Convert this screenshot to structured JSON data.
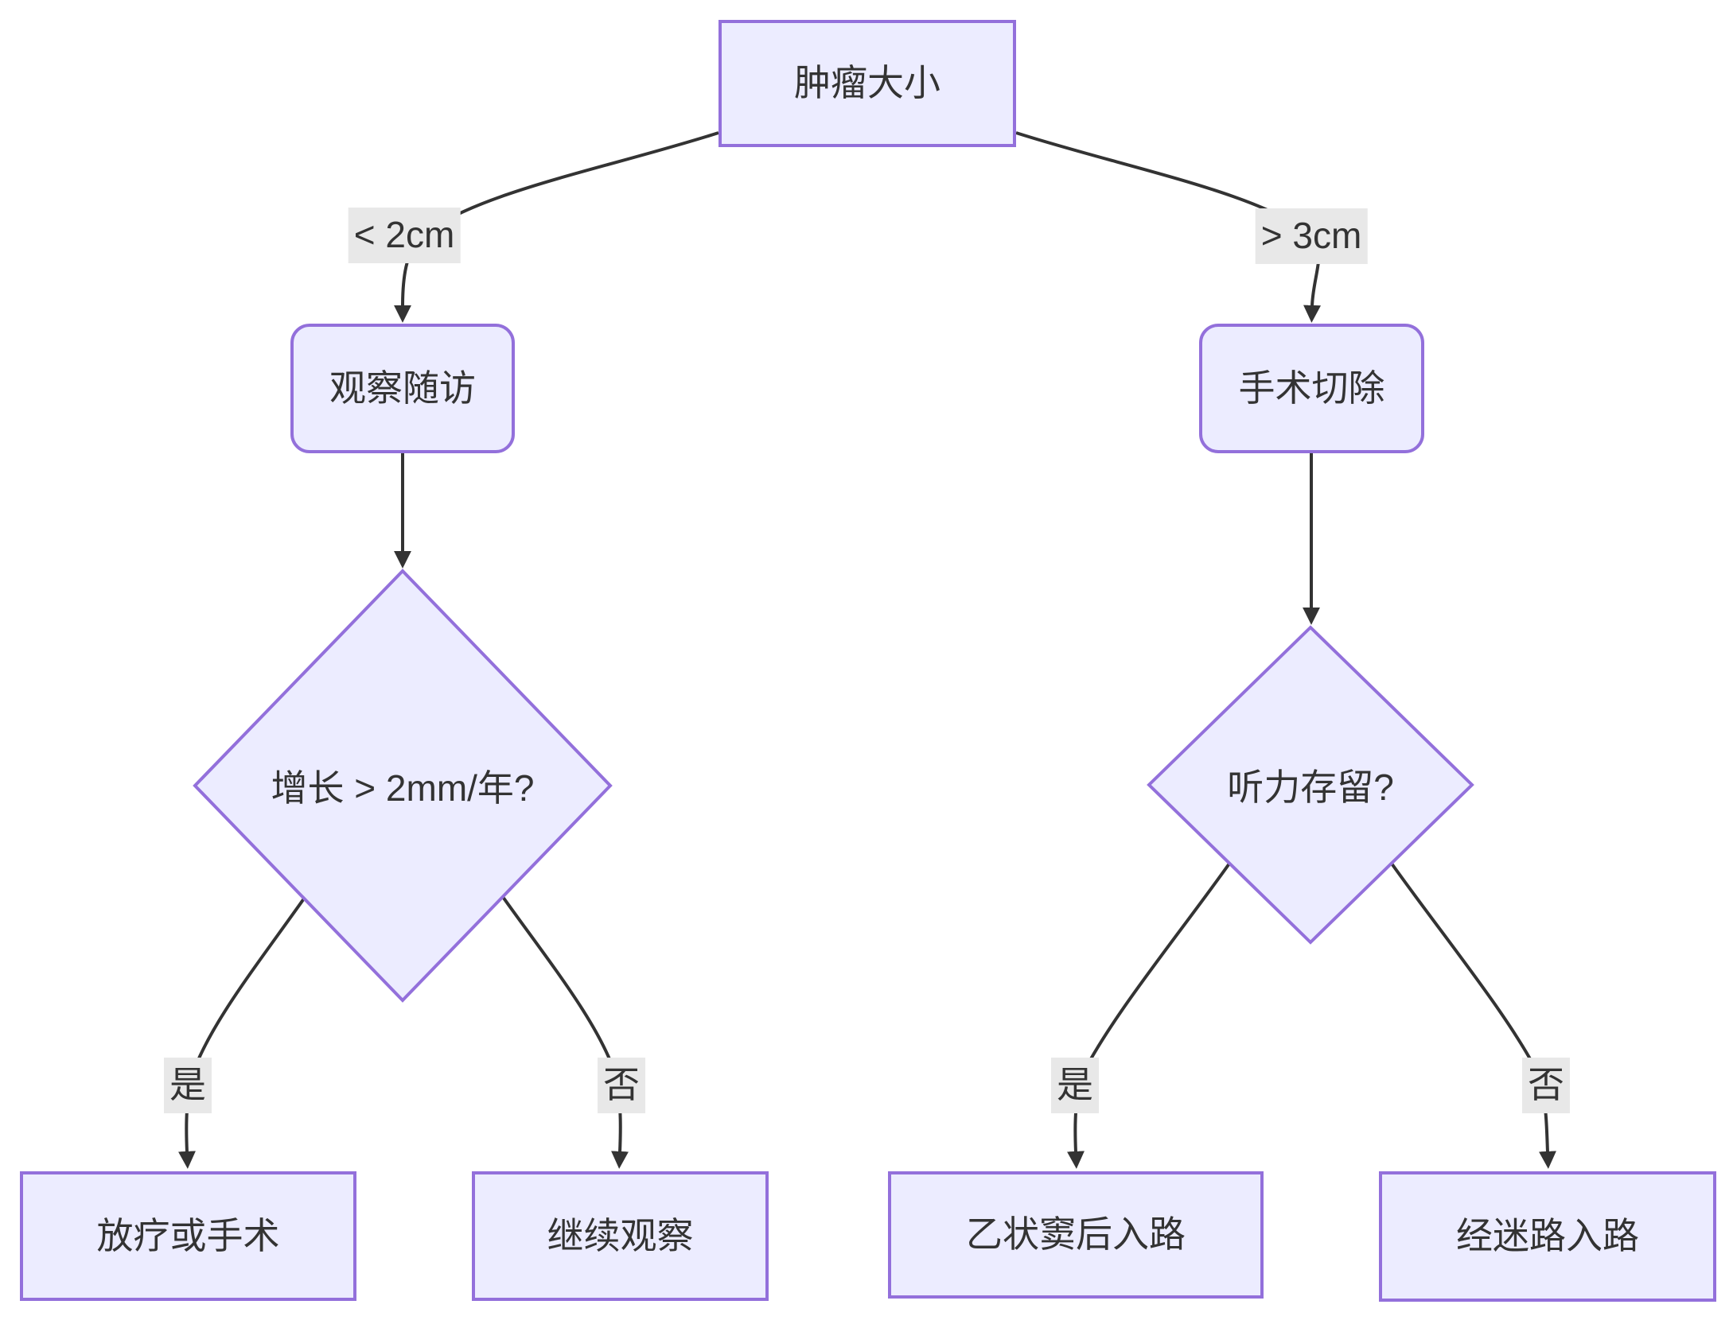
{
  "nodes": {
    "tumor_size": {
      "label": "肿瘤大小"
    },
    "observe": {
      "label": "观察随访"
    },
    "surgery": {
      "label": "手术切除"
    },
    "growth_question": {
      "label": "增长 > 2mm/年?"
    },
    "hearing_question": {
      "label": "听力存留?"
    },
    "radio_or_surgery": {
      "label": "放疗或手术"
    },
    "continue_observe": {
      "label": "继续观察"
    },
    "retrosigmoid": {
      "label": "乙状窦后入路"
    },
    "translabyrinthine": {
      "label": "经迷路入路"
    }
  },
  "edge_labels": {
    "lt_2cm": "< 2cm",
    "gt_3cm": "> 3cm",
    "yes_left": "是",
    "no_left": "否",
    "yes_right": "是",
    "no_right": "否"
  },
  "colors": {
    "bg": "#ffffff",
    "node_fill": "#ECECFF",
    "node_border": "#9370DB",
    "edge_color": "#333333",
    "label_bg": "#e8e8e8",
    "text_color": "#333333"
  }
}
